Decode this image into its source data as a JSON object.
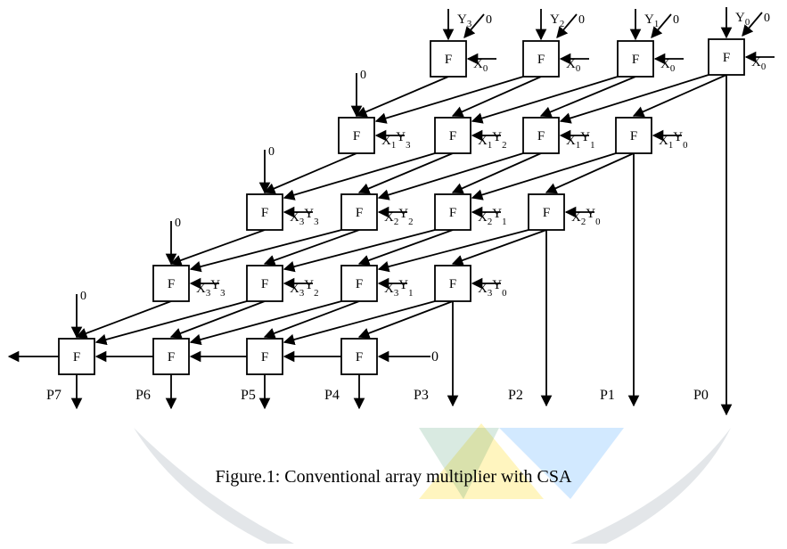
{
  "figure": {
    "cell_label": "F",
    "zero": "0",
    "caption": "Figure.1: Conventional array multiplier with CSA",
    "colors": {
      "stroke": "#000000",
      "watermark_green": "#2e8b57",
      "watermark_yellow": "#ffd700",
      "watermark_blue": "#1e90ff",
      "watermark_gray": "#b0b8c0"
    }
  },
  "top_inputs": [
    "Y3",
    "Y2",
    "Y1",
    "Y0"
  ],
  "row1_side": [
    "X0",
    "X0",
    "X0",
    "X0"
  ],
  "row2_side": [
    "X1Y3",
    "X1Y2",
    "X1Y1",
    "X1Y0"
  ],
  "row3_side": [
    "X3Y3",
    "X2Y2",
    "X2Y1",
    "X2Y0"
  ],
  "row4_side": [
    "X3Y3",
    "X3Y2",
    "X3Y1",
    "X3Y0"
  ],
  "final_row_input": "0",
  "outputs": [
    "P7",
    "P6",
    "P5",
    "P4",
    "P3",
    "P2",
    "P1",
    "P0"
  ]
}
